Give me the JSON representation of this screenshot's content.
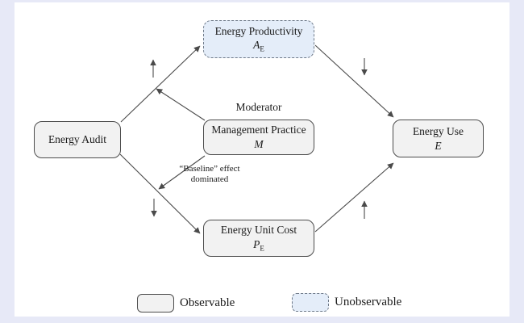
{
  "diagram": {
    "nodes": {
      "energy_productivity": {
        "title": "Energy Productivity",
        "symbol": "A",
        "symbol_sub": "E",
        "kind": "unobservable"
      },
      "energy_audit": {
        "title": "Energy Audit",
        "kind": "observable"
      },
      "management_practice": {
        "title": "Management Practice",
        "symbol": "M",
        "role_label": "Moderator",
        "kind": "observable"
      },
      "energy_use": {
        "title": "Energy Use",
        "symbol": "E",
        "kind": "observable"
      },
      "energy_unit_cost": {
        "title": "Energy Unit Cost",
        "symbol": "P",
        "symbol_sub": "E",
        "kind": "observable"
      }
    },
    "annotations": {
      "baseline_note_line1": "“Baseline” effect",
      "baseline_note_line2": "dominated"
    },
    "edges": [
      {
        "from": "Energy Audit",
        "to": "Energy Productivity",
        "sign": "↑"
      },
      {
        "from": "Energy Audit",
        "to": "Energy Unit Cost",
        "sign": "↓"
      },
      {
        "from": "Energy Productivity",
        "to": "Energy Use",
        "sign": "↓"
      },
      {
        "from": "Energy Unit Cost",
        "to": "Energy Use",
        "sign": "↑"
      },
      {
        "from": "Management Practice",
        "to": "edge Energy Audit → Energy Productivity",
        "sign": ""
      },
      {
        "from": "Management Practice",
        "to": "edge Energy Audit → Energy Unit Cost",
        "sign": "",
        "note": "“Baseline” effect dominated"
      }
    ],
    "legend": {
      "observable_label": "Observable",
      "unobservable_label": "Unobservable"
    },
    "colors": {
      "observable_fill": "#f2f2f2",
      "observable_border": "#4d4d4d",
      "unobservable_fill": "#e4edf9",
      "unobservable_border": "#6e7988",
      "connector": "#4a4a4a",
      "frame_background": "#e7e9f7",
      "canvas_background": "#ffffff"
    }
  }
}
